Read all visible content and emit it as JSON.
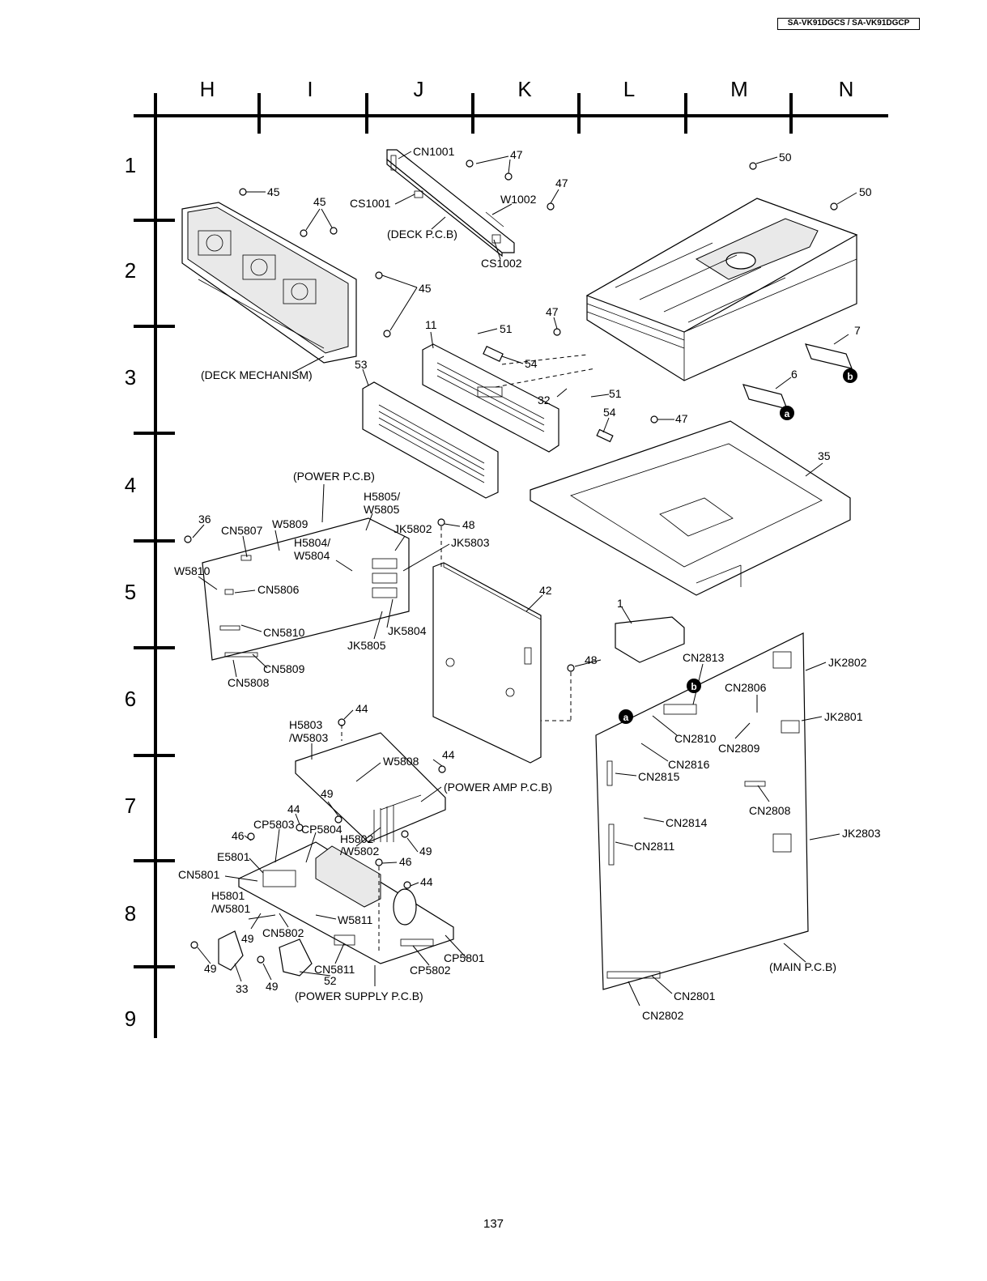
{
  "header": {
    "model_label": "SA-VK91DGCS / SA-VK91DGCP"
  },
  "page": {
    "number": "137"
  },
  "grid": {
    "columns": [
      "H",
      "I",
      "J",
      "K",
      "L",
      "M",
      "N"
    ],
    "rows": [
      "1",
      "2",
      "3",
      "4",
      "5",
      "6",
      "7",
      "8",
      "9"
    ]
  },
  "labels": {
    "cn1001": "CN1001",
    "p47a": "47",
    "p47b": "47",
    "cs1001": "CS1001",
    "w1002": "W1002",
    "deck_pcb": "(DECK P.C.B)",
    "cs1002": "CS1002",
    "p45a": "45",
    "p45b": "45",
    "p45c": "45",
    "deck_mech": "(DECK MECHANISM)",
    "p50a": "50",
    "p50b": "50",
    "p11": "11",
    "p51a": "51",
    "p47c": "47",
    "p54a": "54",
    "p53": "53",
    "p7": "7",
    "p6": "6",
    "mark_b1": "b",
    "mark_a1": "a",
    "p32": "32",
    "p51b": "51",
    "p54b": "54",
    "p47d": "47",
    "p35": "35",
    "power_pcb": "(POWER P.C.B)",
    "h5805": "H5805/",
    "w5805": "W5805",
    "p36": "36",
    "cn5807": "CN5807",
    "w5809": "W5809",
    "h5804": "H5804/",
    "w5804": "W5804",
    "p48a": "48",
    "jk5802": "JK5802",
    "jk5803": "JK5803",
    "w5810": "W5810",
    "cn5806": "CN5806",
    "cn5810": "CN5810",
    "jk5804": "JK5804",
    "jk5805": "JK5805",
    "cn5809": "CN5809",
    "cn5808": "CN5808",
    "p42": "42",
    "p1": "1",
    "cn2813": "CN2813",
    "jk2802": "JK2802",
    "p48b": "48",
    "cn2806": "CN2806",
    "jk2801": "JK2801",
    "mark_b2": "b",
    "mark_a2": "a",
    "cn2810": "CN2810",
    "cn2809": "CN2809",
    "cn2816": "CN2816",
    "cn2815": "CN2815",
    "cn2808": "CN2808",
    "cn2814": "CN2814",
    "jk2803": "JK2803",
    "cn2811": "CN2811",
    "main_pcb": "(MAIN P.C.B)",
    "cn2801": "CN2801",
    "cn2802": "CN2802",
    "h5803": "H5803",
    "w5803": "/W5803",
    "p44a": "44",
    "w5808": "W5808",
    "p44b": "44",
    "power_amp_pcb": "(POWER AMP P.C.B)",
    "p49a": "49",
    "p44c": "44",
    "cp5803": "CP5803",
    "cp5804": "CP5804",
    "p46a": "46",
    "h5802": "H5802",
    "w5802": "/W5802",
    "p49b": "49",
    "e5801": "E5801",
    "p46b": "46",
    "cn5801": "CN5801",
    "p44d": "44",
    "h5801": "H5801",
    "w5801": "/W5801",
    "w5811": "W5811",
    "p49c": "49",
    "cn5802": "CN5802",
    "p49d": "49",
    "cp5801": "CP5801",
    "p33": "33",
    "p49e": "49",
    "cn5811": "CN5811",
    "cp5802": "CP5802",
    "p52": "52",
    "power_supply_pcb": "(POWER SUPPLY P.C.B)"
  }
}
